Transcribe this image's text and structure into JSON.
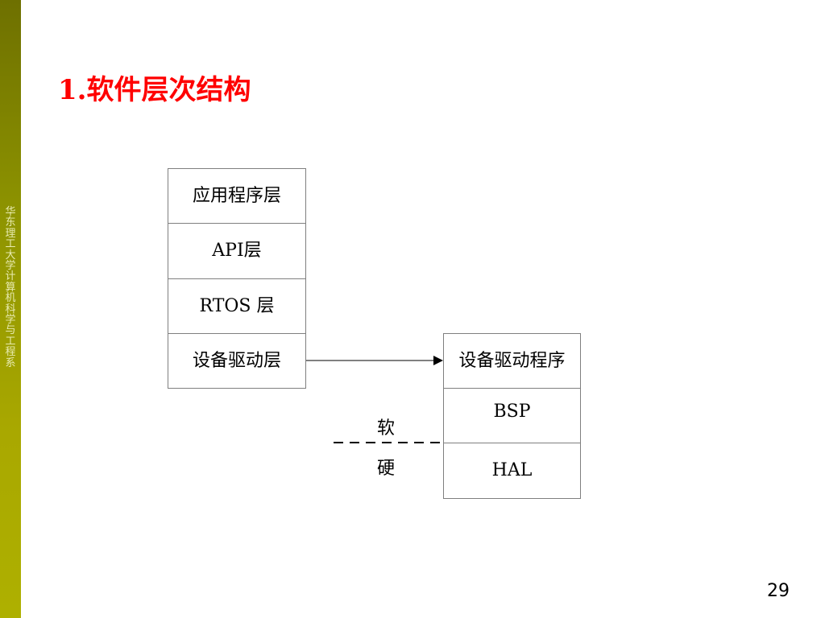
{
  "sidebar": {
    "text": "华东理工大学计算机科学与工程系"
  },
  "slide": {
    "title": "1.软件层次结构",
    "page_number": "29"
  },
  "diagram": {
    "left_stack": [
      "应用程序层",
      "API层",
      "RTOS 层",
      "设备驱动层"
    ],
    "right_stack": [
      "设备驱动程序",
      "BSP",
      "HAL"
    ],
    "boundary": {
      "soft_label": "软",
      "hard_label": "硬"
    }
  },
  "colors": {
    "title": "#ff0000",
    "sidebar": "#8e9400",
    "box_border": "#7f7f7f"
  }
}
